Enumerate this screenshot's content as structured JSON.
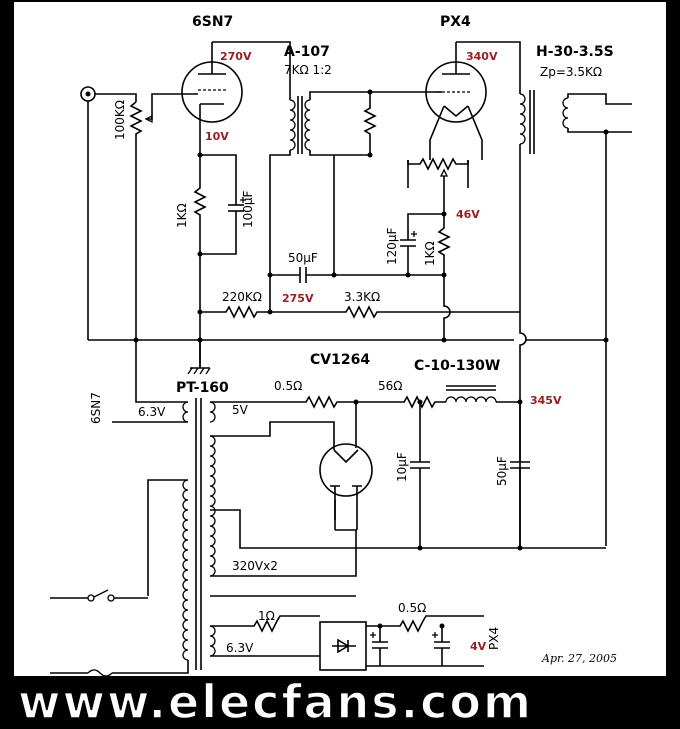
{
  "tubes": {
    "driver": "6SN7",
    "output": "PX4",
    "rectifier": "CV1264"
  },
  "transformers": {
    "interstage_name": "A-107",
    "interstage_spec": "7KΩ 1:2",
    "output_name": "H-30-3.5S",
    "output_spec": "Zp=3.5KΩ",
    "power_name": "PT-160",
    "power_secondary": "320Vx2",
    "choke": "C-10-130W"
  },
  "voltages": {
    "v270": "270V",
    "v10": "10V",
    "v340": "340V",
    "v46": "46V",
    "v275": "275V",
    "v345": "345V",
    "v4": "4V"
  },
  "components": {
    "pot100k": "100KΩ",
    "r1k_a": "1KΩ",
    "c100u": "100μF",
    "c50u_a": "50μF",
    "c120u": "120μF",
    "r1k_b": "1KΩ",
    "r220k": "220KΩ",
    "r3_3k": "3.3KΩ",
    "r0_5_a": "0.5Ω",
    "r56": "56Ω",
    "c10u": "10μF",
    "c50u_b": "50μF",
    "r1": "1Ω",
    "r0_5_b": "0.5Ω"
  },
  "pt_labels": {
    "heater_6sn7_tube": "6SN7",
    "heater_6sn7_v": "6.3V",
    "rect_heater": "5V",
    "px4_heater_v": "6.3V",
    "px4_heater_tube": "PX4"
  },
  "date": "Apr. 27, 2005",
  "watermark": "www.elecfans.com"
}
